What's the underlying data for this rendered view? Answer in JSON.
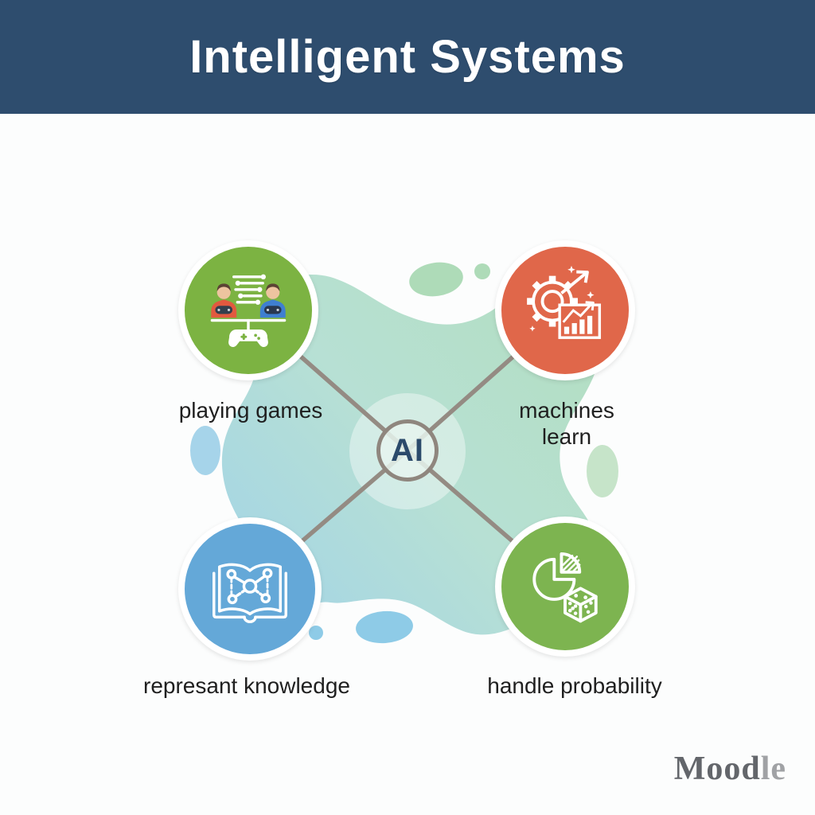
{
  "header": {
    "title": "Intelligent Systems",
    "bg_color": "#2e4d6e",
    "text_color": "#ffffff"
  },
  "center": {
    "label": "AI",
    "ring_color": "#8f867e",
    "text_color": "#2b4a6b"
  },
  "nodes": [
    {
      "id": "playing-games",
      "position": "top-left",
      "label": "playing games",
      "icon": "two-gamers-controllers-icon",
      "circle_color": "#7cb342"
    },
    {
      "id": "machines-learn",
      "position": "top-right",
      "label": "machines learn",
      "icon": "gear-growth-chart-icon",
      "circle_color": "#e0674a"
    },
    {
      "id": "represant-knowledge",
      "position": "bottom-left",
      "label": "represant knowledge",
      "icon": "open-book-network-icon",
      "circle_color": "#64a8d8"
    },
    {
      "id": "handle-probability",
      "position": "bottom-right",
      "label": "handle probability",
      "icon": "pie-chart-dice-icon",
      "circle_color": "#7db450"
    }
  ],
  "watermark": {
    "text_dark": "Mood",
    "text_light": "le"
  },
  "colors": {
    "header_bg": "#2e4d6e",
    "connector_line": "#948b83",
    "blob_blue": "#a0d3e9",
    "blob_teal": "#b7e0d4",
    "blob_green": "#b5dfc0",
    "deco_green_light": "#aedbb8",
    "deco_green_pale": "#c6e4c9",
    "deco_blue_light": "#a6d4ea",
    "deco_blue_mid": "#8ecbe7",
    "label_text": "#1f1f1f",
    "watermark_dark": "#63666b",
    "watermark_light": "#a0a2a5"
  }
}
